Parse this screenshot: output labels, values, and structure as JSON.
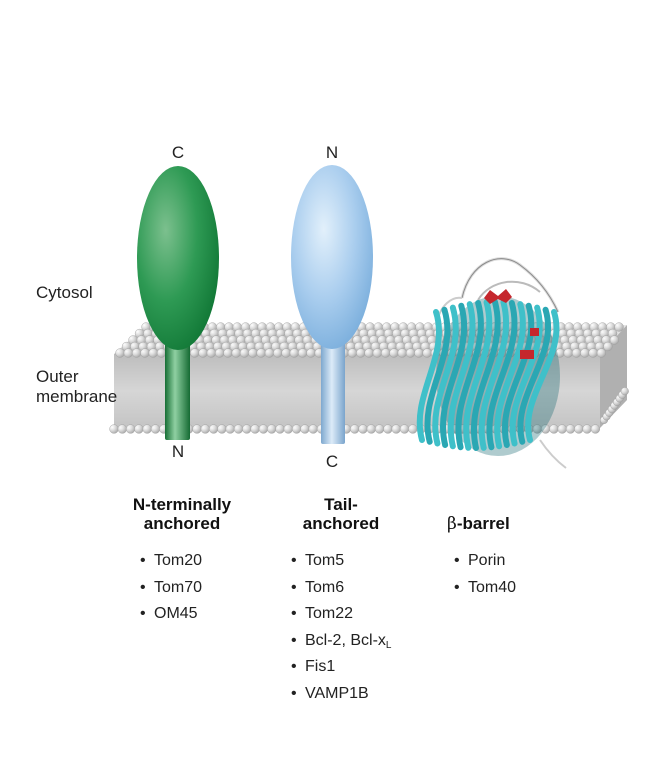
{
  "regions": {
    "cytosol": "Cytosol",
    "outer_membrane_line1": "Outer",
    "outer_membrane_line2": "membrane"
  },
  "termini": {
    "green_top": "C",
    "green_bottom": "N",
    "blue_top": "N",
    "blue_bottom": "C"
  },
  "categories": [
    {
      "title_line1": "N-terminally",
      "title_line2": "anchored",
      "items": [
        "Tom20",
        "Tom70",
        "OM45"
      ]
    },
    {
      "title_line1": "Tail-",
      "title_line2": "anchored",
      "items": [
        "Tom5",
        "Tom6",
        "Tom22",
        "Bcl-2, Bcl-x",
        "Fis1",
        "VAMP1B"
      ],
      "item_subscript": {
        "index": 3,
        "text": "L"
      }
    },
    {
      "title_symbol": "β",
      "title_rest": "-barrel",
      "items": [
        "Porin",
        "Tom40"
      ]
    }
  ],
  "bullet": "•",
  "colors": {
    "n_terminal_protein": "#1e8a44",
    "tail_anchored_protein": "#9cc4ea",
    "beta_barrel": "#2aa7b3",
    "beta_barrel_loops": "#c5272d",
    "membrane": "#cfcfcf"
  }
}
